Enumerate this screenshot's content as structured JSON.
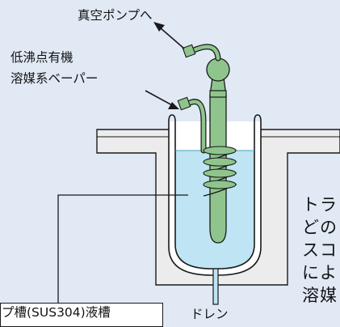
{
  "labels": {
    "vacuum_pump": "真空ポンプへ",
    "organic_vapor_line1": "低沸点有機",
    "organic_vapor_line2": "溶媒系ベーパー",
    "bath": "プ槽(SUS304)液槽",
    "drain": "ドレン"
  },
  "side_text": [
    "トラ",
    "どの",
    "スコ",
    "によ",
    "溶媒"
  ],
  "colors": {
    "background": "#e1e9f5",
    "equipment_gray": "#ececec",
    "coolant": "#bfe4f3",
    "trap_green": "#8fc58d",
    "outline": "#1a1a1a"
  }
}
